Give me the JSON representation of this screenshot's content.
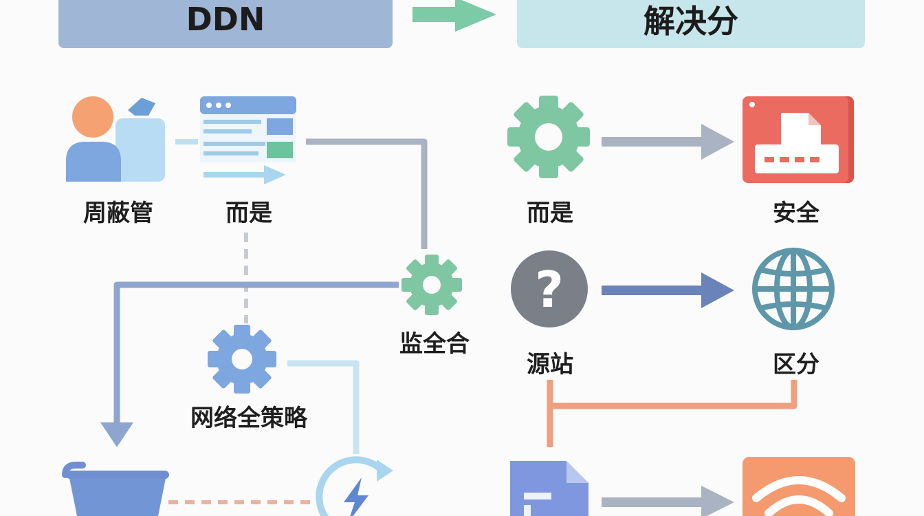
{
  "header": {
    "left_title": "DDN",
    "right_title": "解决分"
  },
  "labels": {
    "users": "周蔽管",
    "browser": "而是",
    "gear_center": "监全合",
    "policy": "网络全策略",
    "gear_right": "而是",
    "security": "安全",
    "question": "源站",
    "globe": "区分"
  },
  "colors": {
    "banner_left": "#9fb6d6",
    "banner_right": "#c6e6ec",
    "arrow_header": "#7ccaa6",
    "gear_green": "#7fc6a2",
    "gear_blue": "#7ea6df",
    "line_gray": "#a9b3c1",
    "line_blue": "#8ea6cf",
    "line_orange": "#ef9f7e",
    "red_card": "#ec6b60",
    "question_gray": "#7b7f87",
    "globe_teal": "#5f97aa",
    "orange_card": "#f59a6e"
  }
}
